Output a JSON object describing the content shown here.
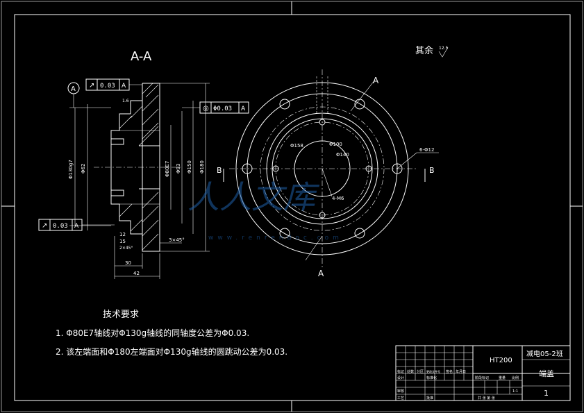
{
  "section_title": "A-A",
  "surface_note": "其余",
  "surface_roughness": "12.5",
  "cut_labels": {
    "top": "A",
    "bottom": "A",
    "left": "B",
    "right": "B"
  },
  "datum_label": "A",
  "tolerance_frames": [
    {
      "symbol": "↗",
      "value": "0.03",
      "datum": "A"
    },
    {
      "symbol": "◎",
      "value": "Φ0.03",
      "datum": "A"
    },
    {
      "symbol": "↗",
      "value": "0.03",
      "datum": "A"
    }
  ],
  "dims": {
    "d1": "Φ130g7",
    "d2": "Φ80E7",
    "d3": "Φ150",
    "d4": "Φ180",
    "d5": "Φ62",
    "d6": "Φ93",
    "w1": "42",
    "w2": "30",
    "w3": "15",
    "w4": "12",
    "w5": "2×45°",
    "w6": "3×45°",
    "w7": "1.6",
    "hole1": "6-Φ12",
    "hole2": "4-M6",
    "pcd1": "Φ158",
    "pcd2": "Φ100",
    "pcd3": "Φ140"
  },
  "tech_req": {
    "title": "技术要求",
    "items": [
      "1. Φ80E7轴线对Φ130g轴线的同轴度公差为Φ0.03.",
      "2. 该左端面和Φ180左端面对Φ130g轴线的圆跳动公差为0.03."
    ]
  },
  "title_block": {
    "material": "HT200",
    "project": "减电05-2班",
    "part_name": "端盖",
    "sheet": "1",
    "scale": "1:1",
    "small_labels": [
      "标记",
      "处数",
      "分区",
      "更改文件号",
      "签名",
      "年月日",
      "设计",
      "标准化",
      "审核",
      "工艺",
      "批准",
      "阶段标记",
      "重量",
      "比例",
      "共 张 第 张"
    ]
  },
  "watermark": {
    "brand": "人人文库",
    "url": "www.renrendoc.com"
  }
}
